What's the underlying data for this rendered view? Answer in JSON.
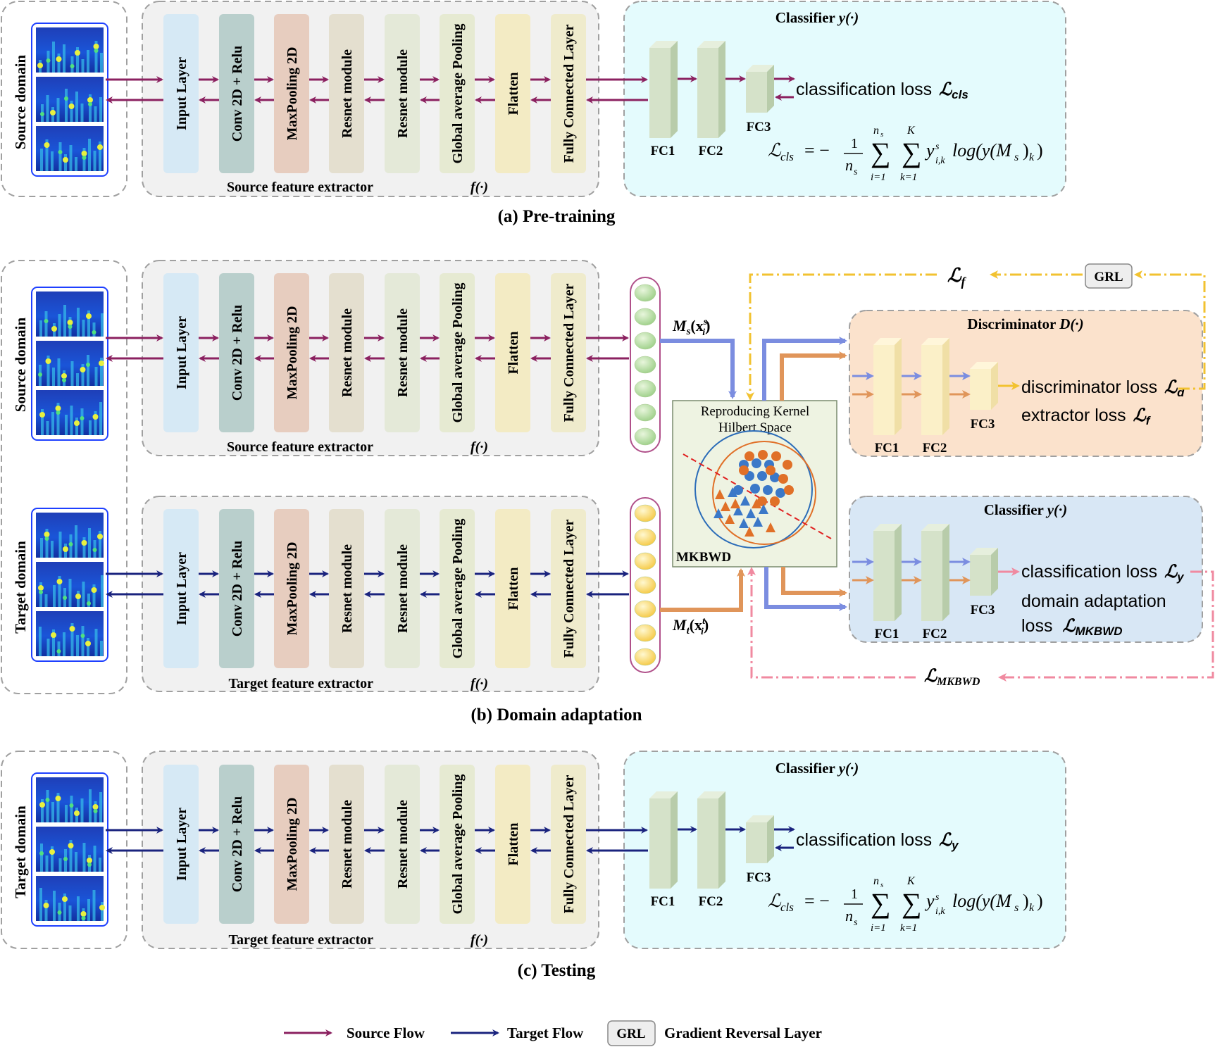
{
  "captions": {
    "a": "(a) Pre-training",
    "b": "(b) Domain adaptation",
    "c": "(c) Testing"
  },
  "domains": {
    "source": "Source domain",
    "target": "Target domain"
  },
  "layers": [
    "Input Layer",
    "Conv 2D + Relu",
    "MaxPooling 2D",
    "Resnet module",
    "Resnet module",
    "Global average Pooling",
    "Flatten",
    "Fully Connected Layer"
  ],
  "extractors": {
    "source": "Source feature extractor",
    "target": "Target feature extractor",
    "func": "f(·)"
  },
  "classifier": {
    "title": "Classifier",
    "func": "y(·)",
    "fc": [
      "FC1",
      "FC2",
      "FC3"
    ]
  },
  "discriminator": {
    "title": "Discriminator",
    "func": "D(·)"
  },
  "losses": {
    "cls_text": "classification loss",
    "cls_sym": "ℒ",
    "cls_sub": "cls",
    "y_sub": "y",
    "disc_text": "discriminator loss",
    "d_sub": "d",
    "ext_text": "extractor loss",
    "f_sub": "f",
    "da_text_1": "domain adaptation",
    "da_text_2": "loss",
    "mkbwd_sub": "MKBWD"
  },
  "formula": {
    "lhs": "ℒ",
    "lhs_sub": "cls",
    "eq": "= −",
    "frac_num": "1",
    "frac_den": "n",
    "frac_den_sub": "s",
    "sum1_top": "n",
    "sum1_top_sub": "s",
    "sum1_bottom": "i=1",
    "sum2_top": "K",
    "sum2_bottom": "k=1",
    "term_y": "y",
    "term_sup": "s",
    "term_sub": "i,k",
    "term_log": "log(y(M",
    "term_log_sub": "s",
    "term_close": ")",
    "term_close_sub": "k",
    "term_end": ")"
  },
  "rkhs": {
    "title1": "Reproducing Kernel",
    "title2": "Hilbert Space",
    "label": "MKBWD"
  },
  "features": {
    "ms": "M",
    "ms_sub": "s",
    "ms_arg": "(x",
    "ms_arg_sup": "s",
    "ms_arg_sub": "i",
    "mt": "M",
    "mt_sub": "t",
    "mt_arg": "(x",
    "mt_arg_sup": "t",
    "mt_arg_sub": "i",
    "close": ")"
  },
  "grl": {
    "label": "GRL",
    "legend_text": "Gradient Reversal Layer"
  },
  "legend": {
    "source": "Source Flow",
    "target": "Target Flow"
  },
  "colors": {
    "source_flow": "#8b2160",
    "target_flow": "#1a237e",
    "blue_arrow": "#7b8de0",
    "orange_arrow": "#e0955a",
    "yellow_flow": "#f2c230",
    "pink_flow": "#f08aa0",
    "classifier_bg": "#e4fbfd",
    "disc_bg": "#fbe2cc",
    "classifier_b_bg": "#d8e7f5",
    "extractor_bg": "#f1f1f1"
  },
  "icons": {
    "spectrogram": "spectrogram-thumbnail",
    "scatter": "feature-scatter"
  }
}
